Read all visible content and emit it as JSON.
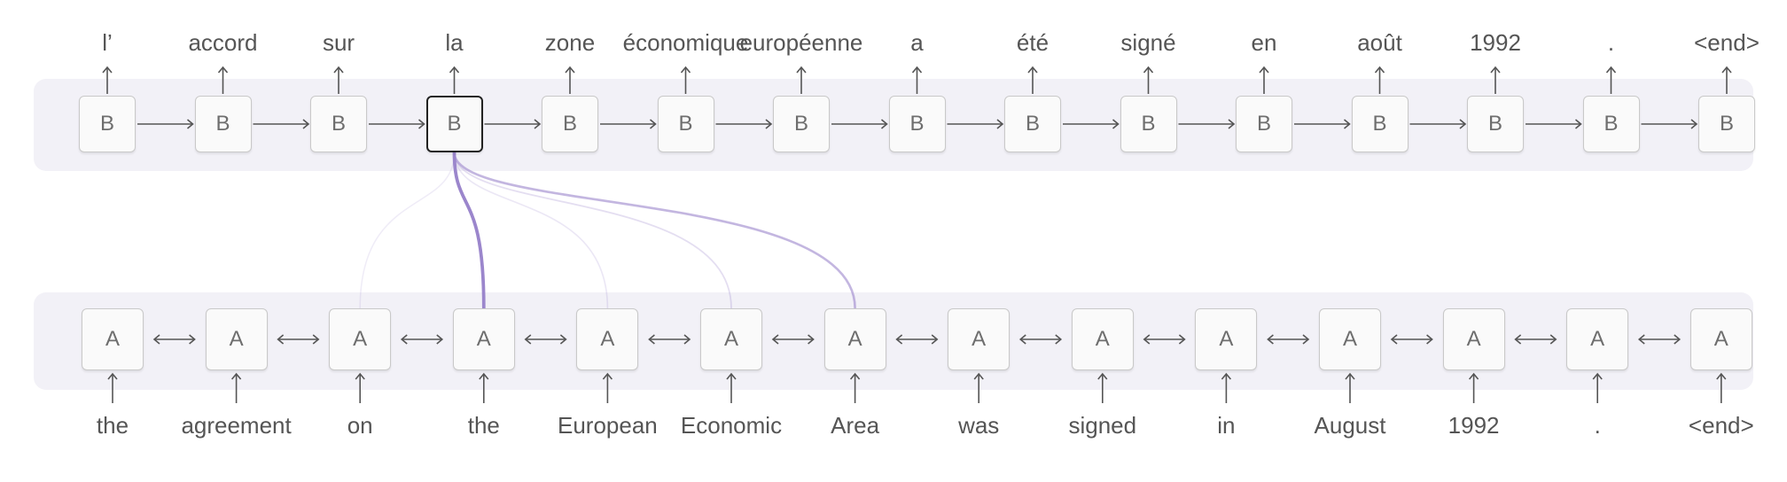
{
  "decoder": {
    "cell_label": "B",
    "active_index": 3,
    "words": [
      "l’",
      "accord",
      "sur",
      "la",
      "zone",
      "économique",
      "européenne",
      "a",
      "été",
      "signé",
      "en",
      "août",
      "1992",
      ".",
      "<end>"
    ]
  },
  "encoder": {
    "cell_label": "A",
    "words": [
      "the",
      "agreement",
      "on",
      "the",
      "European",
      "Economic",
      "Area",
      "was",
      "signed",
      "in",
      "August",
      "1992",
      ".",
      "<end>"
    ]
  },
  "attention": {
    "color": "#9b86cc",
    "weights": [
      0,
      0,
      0.01,
      0.9,
      0.05,
      0.12,
      0.45,
      0,
      0,
      0,
      0,
      0,
      0,
      0
    ]
  },
  "colors": {
    "arrow": "#555555",
    "band": "#f2f1f7"
  }
}
